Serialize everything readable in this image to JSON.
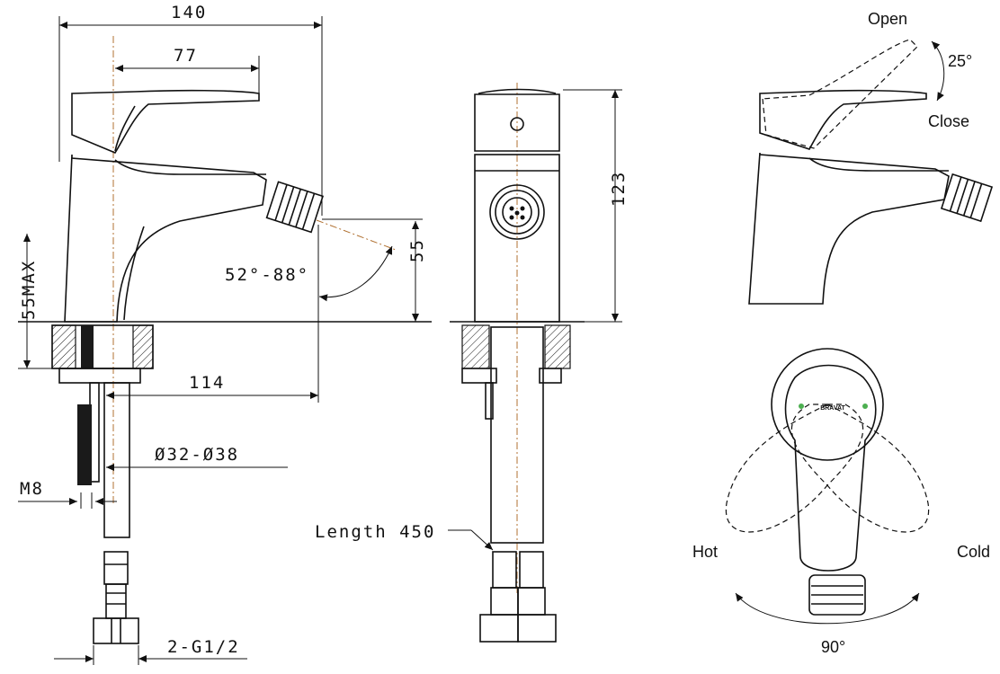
{
  "dimensions": {
    "width_total": "140",
    "width_handle": "77",
    "height_spout": "55",
    "deck_max": "55MAX",
    "spout_reach": "114",
    "hole_diameter": "Ø32-Ø38",
    "stud_thread": "M8",
    "height_total": "123",
    "hose_connector": "2-G1/2",
    "hose_length": "Length 450"
  },
  "angles": {
    "spout_tilt": "52°-88°",
    "lever_lift": "25°",
    "lever_rotation": "90°"
  },
  "labels": {
    "open": "Open",
    "close": "Close",
    "hot": "Hot",
    "cold": "Cold"
  },
  "brand": "BRAVAT"
}
